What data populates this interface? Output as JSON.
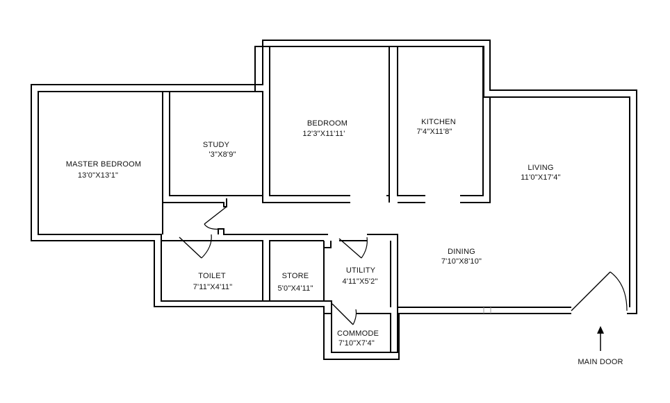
{
  "rooms": {
    "master_bedroom": {
      "name": "MASTER BEDROOM",
      "size": "13'0\"X13'1\""
    },
    "study": {
      "name": "STUDY",
      "size": "'3\"X8'9\""
    },
    "bedroom": {
      "name": "BEDROOM",
      "size": "12'3\"X11'11'"
    },
    "kitchen": {
      "name": "KITCHEN",
      "size": "7'4\"X11'8\""
    },
    "living": {
      "name": "LIVING",
      "size": "11'0\"X17'4\""
    },
    "dining": {
      "name": "DINING",
      "size": "7'10\"X8'10\""
    },
    "toilet": {
      "name": "TOILET",
      "size": "7'11\"X4'11\""
    },
    "store": {
      "name": "STORE",
      "size": "5'0\"X4'11\""
    },
    "utility": {
      "name": "UTILITY",
      "size": "4'11\"X5'2\""
    },
    "commode": {
      "name": "COMMODE",
      "size": "7'10\"X7'4\""
    }
  },
  "main_door": {
    "label": "MAIN DOOR"
  }
}
